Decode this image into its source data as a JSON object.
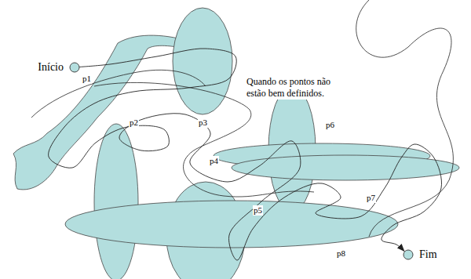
{
  "diagram": {
    "nodes": [
      {
        "text": [
          "Início"
        ]
      },
      {
        "text": [
          "Fim"
        ]
      }
    ],
    "edges": [
      {
        "from": 0,
        "to": 1,
        "arrow": "to"
      }
    ],
    "labels": [
      "p1",
      "Quando os pontos não estão bem definidos.",
      "p2",
      "p3",
      "p6",
      "p4",
      "p5",
      "p7",
      "p8"
    ]
  }
}
